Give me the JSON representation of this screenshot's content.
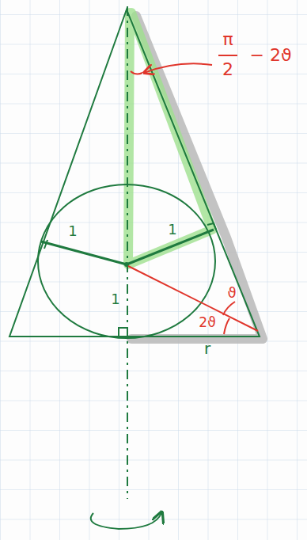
{
  "diagram": {
    "labels": [
      "π",
      "2",
      "− 2ϑ",
      "1",
      "1",
      "1",
      "r",
      "ϑ",
      "2ϑ"
    ]
  }
}
